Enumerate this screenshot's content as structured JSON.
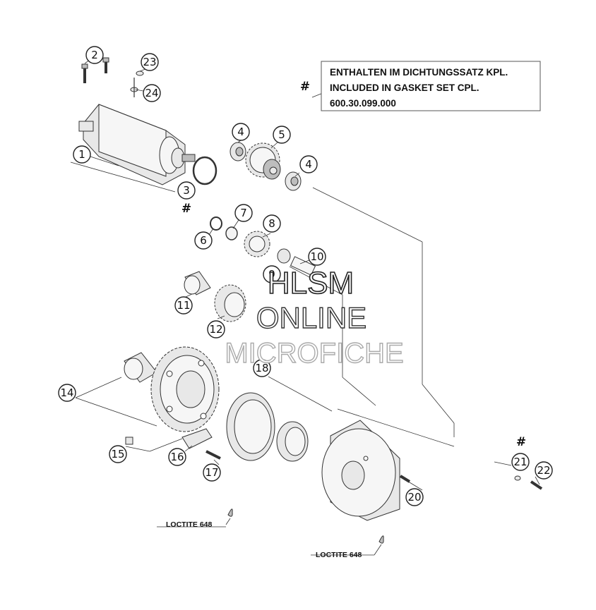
{
  "note": {
    "hash": "#",
    "lines": [
      "ENTHALTEN IM DICHTUNGSSATZ KPL.",
      "INCLUDED IN GASKET SET CPL.",
      "600.30.099.000"
    ]
  },
  "callouts": [
    "1",
    "2",
    "3",
    "4",
    "4",
    "5",
    "6",
    "7",
    "8",
    "9",
    "10",
    "11",
    "12",
    "14",
    "15",
    "16",
    "17",
    "18",
    "20",
    "21",
    "22",
    "23",
    "24"
  ],
  "hash_marks": [
    "#",
    "#"
  ],
  "loctite_labels": [
    "LOCTITE 648",
    "LOCTITE 648"
  ],
  "watermark": [
    "HLSM",
    "ONLINE",
    "MICROFICHE"
  ]
}
